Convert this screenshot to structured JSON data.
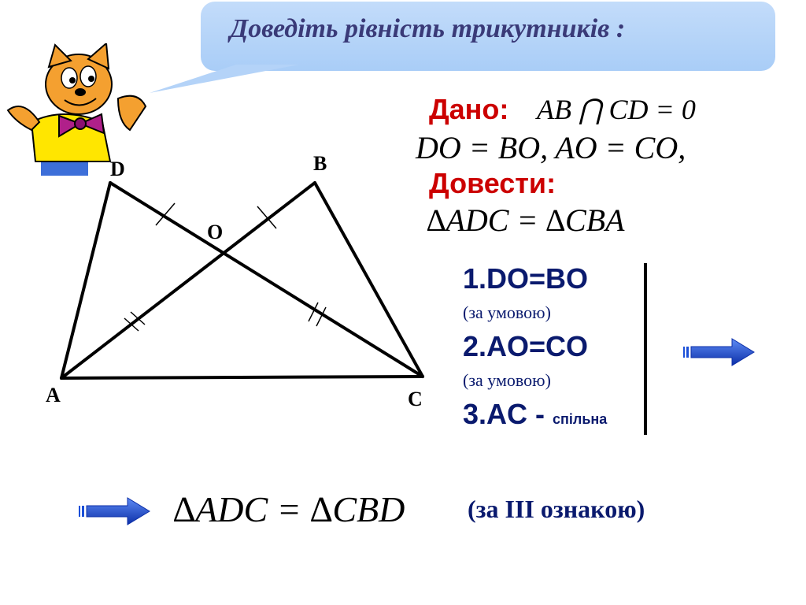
{
  "header": {
    "title": "Доведіть  рівність трикутників :"
  },
  "figure": {
    "labels": {
      "a": "A",
      "b": "B",
      "c": "C",
      "d": "D",
      "o": "O"
    }
  },
  "given": {
    "label": "Дано:",
    "line1": "AB ⋂ CD = 0",
    "line2": "DO = BO, AO = CO,"
  },
  "prove": {
    "label": "Довести:",
    "statement": "∆ADC = ∆CBA"
  },
  "proof": {
    "steps": [
      {
        "text": "1.DO=BO",
        "reason": "(за умовою)"
      },
      {
        "text": "2.AO=CO",
        "reason": "(за умовою)"
      },
      {
        "text": "3.AC - ",
        "reason": "спільна"
      }
    ]
  },
  "conclusion": {
    "statement": "∆ADC = ∆CBD",
    "reason": "(за ІІІ ознакою)"
  },
  "icons": {
    "character": "cartoon-cat-icon",
    "arrow": "right-arrow-icon"
  },
  "colors": {
    "bubble": "#b4d3f8",
    "label_red": "#cc0000",
    "proof_blue": "#0a1a6e",
    "arrow_blue": "#1a4fd8"
  }
}
